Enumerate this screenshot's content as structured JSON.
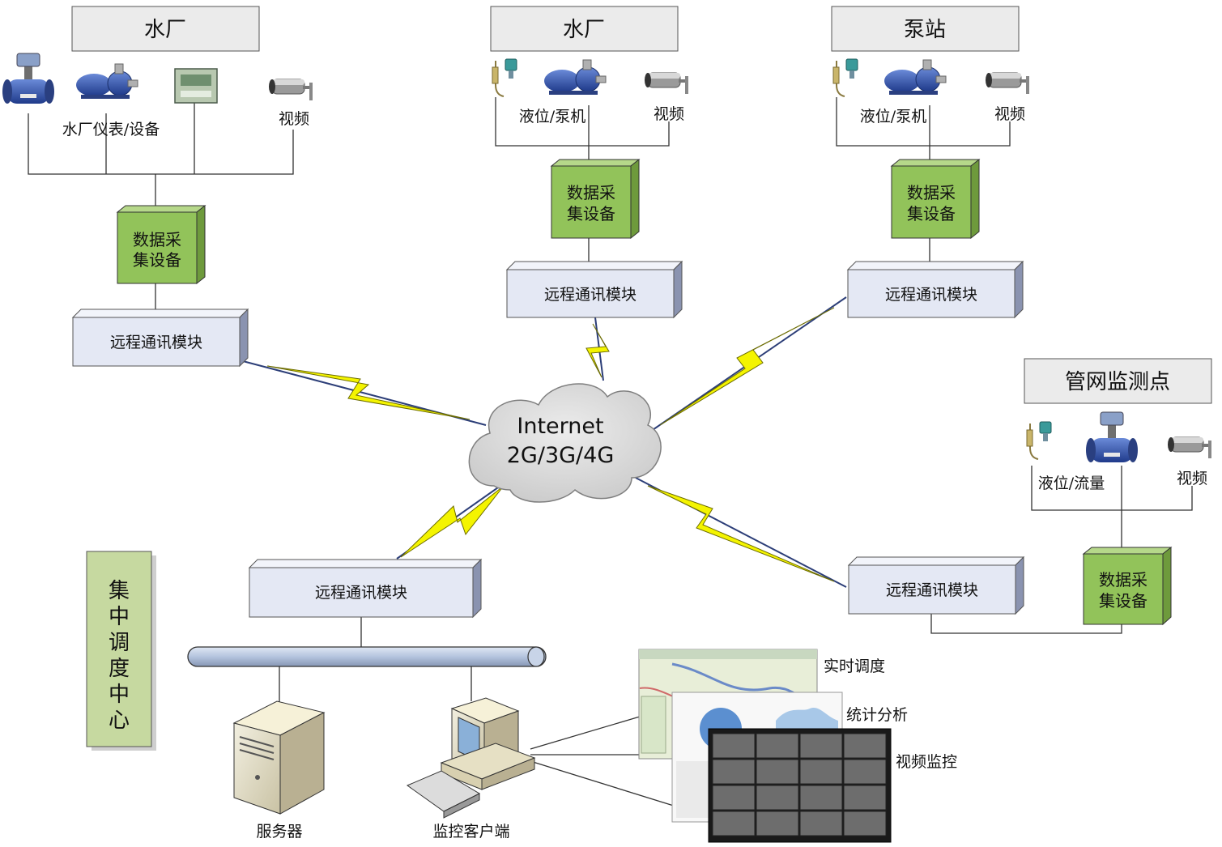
{
  "sites": {
    "plant1": {
      "title": "水厂",
      "devices_label": "水厂仪表/设备",
      "video_label": "视频",
      "collector": [
        "数据采",
        "集设备"
      ],
      "comm": "远程通讯模块"
    },
    "plant2": {
      "title": "水厂",
      "devices_label": "液位/泵机",
      "video_label": "视频",
      "collector": [
        "数据采",
        "集设备"
      ],
      "comm": "远程通讯模块"
    },
    "pump": {
      "title": "泵站",
      "devices_label": "液位/泵机",
      "video_label": "视频",
      "collector": [
        "数据采",
        "集设备"
      ],
      "comm": "远程通讯模块"
    },
    "pipe": {
      "title": "管网监测点",
      "devices_label": "液位/流量",
      "video_label": "视频",
      "collector": [
        "数据采",
        "集设备"
      ],
      "comm": "远程通讯模块"
    }
  },
  "cloud": {
    "line1": "Internet",
    "line2": "2G/3G/4G"
  },
  "center": {
    "label_chars": [
      "集",
      "中",
      "调",
      "度",
      "中",
      "心"
    ],
    "comm": "远程通讯模块",
    "server": "服务器",
    "client": "监控客户端",
    "screens": [
      "实时调度",
      "统计分析",
      "视频监控"
    ]
  },
  "colors": {
    "box_gray": "#EBEBEB",
    "comm_fill": "#E4E8F4",
    "collector_green": "#92C35A",
    "center_green": "#C6D9A0",
    "lightning": "#F4F400",
    "cloud": "#D9D9D9",
    "bus": "#B4C4DE"
  }
}
